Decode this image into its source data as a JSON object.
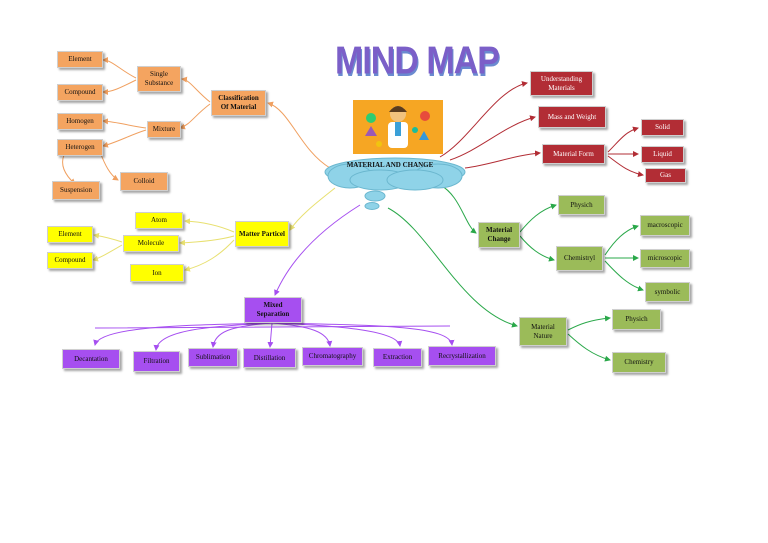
{
  "title": "MIND MAP",
  "center": "MATERIAL AND CHANGE",
  "colors": {
    "orange": "#f4a460",
    "yellow": "#ffff00",
    "purple": "#a64ff0",
    "red": "#b22d35",
    "green": "#9bbb59",
    "cloud": "#8fd3e8"
  },
  "classification": {
    "label": "Classification Of Material",
    "single_substance": "Single Substance",
    "element": "Element",
    "compound": "Compound",
    "mixture": "Mixture",
    "homogen": "Homogen",
    "heterogen": "Heterogen",
    "colloid": "Colloid",
    "suspension": "Suspension"
  },
  "matter": {
    "label": "Matter Particel",
    "atom": "Atom",
    "molecule": "Molecule",
    "ion": "Ion",
    "element": "Element",
    "compound": "Compound"
  },
  "separation": {
    "label": "Mixed Separation",
    "items": [
      "Decantation",
      "Filtration",
      "Sublimation",
      "Distillation",
      "Chromatography",
      "Extraction",
      "Recrystallization"
    ]
  },
  "understanding": {
    "understanding_materials": "Understanding Materials",
    "mass_weight": "Mass and Weight",
    "material_form": "Material Form",
    "solid": "Solid",
    "liquid": "Liquid",
    "gas": "Gas"
  },
  "change": {
    "label": "Material Change",
    "physich": "Physich",
    "chemistry": "Chemistryl",
    "macroscopic": "macroscopic",
    "microscopic": "microscopic",
    "symbolic": "symbolic"
  },
  "nature": {
    "label": "Material Nature",
    "physich": "Physich",
    "chemistry": "Chemistry"
  }
}
